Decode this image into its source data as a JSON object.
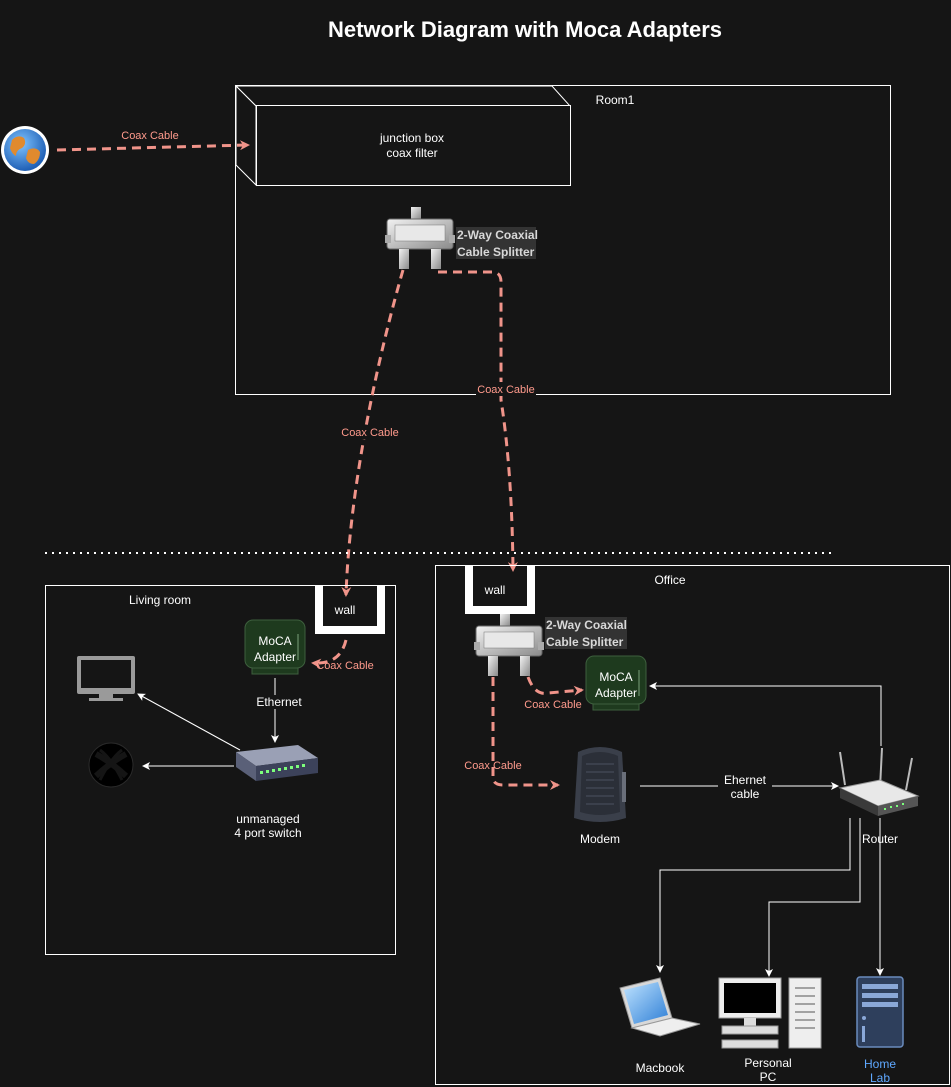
{
  "title": "Network Diagram with Moca Adapters",
  "rooms": {
    "room1": "Room1",
    "living_room": "Living room",
    "office": "Office"
  },
  "junction_box": {
    "line1": "junction box",
    "line2": "coax filter"
  },
  "splitter": {
    "line1": "2-Way Coaxial",
    "line2": "Cable Splitter"
  },
  "wall": "wall",
  "moca": {
    "line1": "MoCA",
    "line2": "Adapter"
  },
  "cables": {
    "coax": "Coax Cable",
    "ethernet": "Ethernet",
    "ehernet_line1": "Ehernet",
    "ehernet_line2": "cable"
  },
  "devices": {
    "switch_line1": "unmanaged",
    "switch_line2": "4 port switch",
    "modem": "Modem",
    "router": "Router",
    "macbook": "Macbook",
    "pc_line1": "Personal",
    "pc_line2": "PC",
    "homelab_line1": "Home",
    "homelab_line2": "Lab"
  },
  "colors": {
    "background": "#151515",
    "coax": "#f0948a",
    "coax_label": "#ff9a8c",
    "moca_fill": "#1e3a1e",
    "home_lab_label": "#5fa8ff"
  },
  "icons": {
    "internet": "globe-icon",
    "tv": "monitor-icon",
    "xbox": "xbox-icon",
    "switch": "network-switch-icon",
    "modem": "cable-modem-icon",
    "router": "wifi-router-icon",
    "macbook": "laptop-icon",
    "pc": "desktop-pc-icon",
    "home_lab": "server-tower-icon"
  }
}
